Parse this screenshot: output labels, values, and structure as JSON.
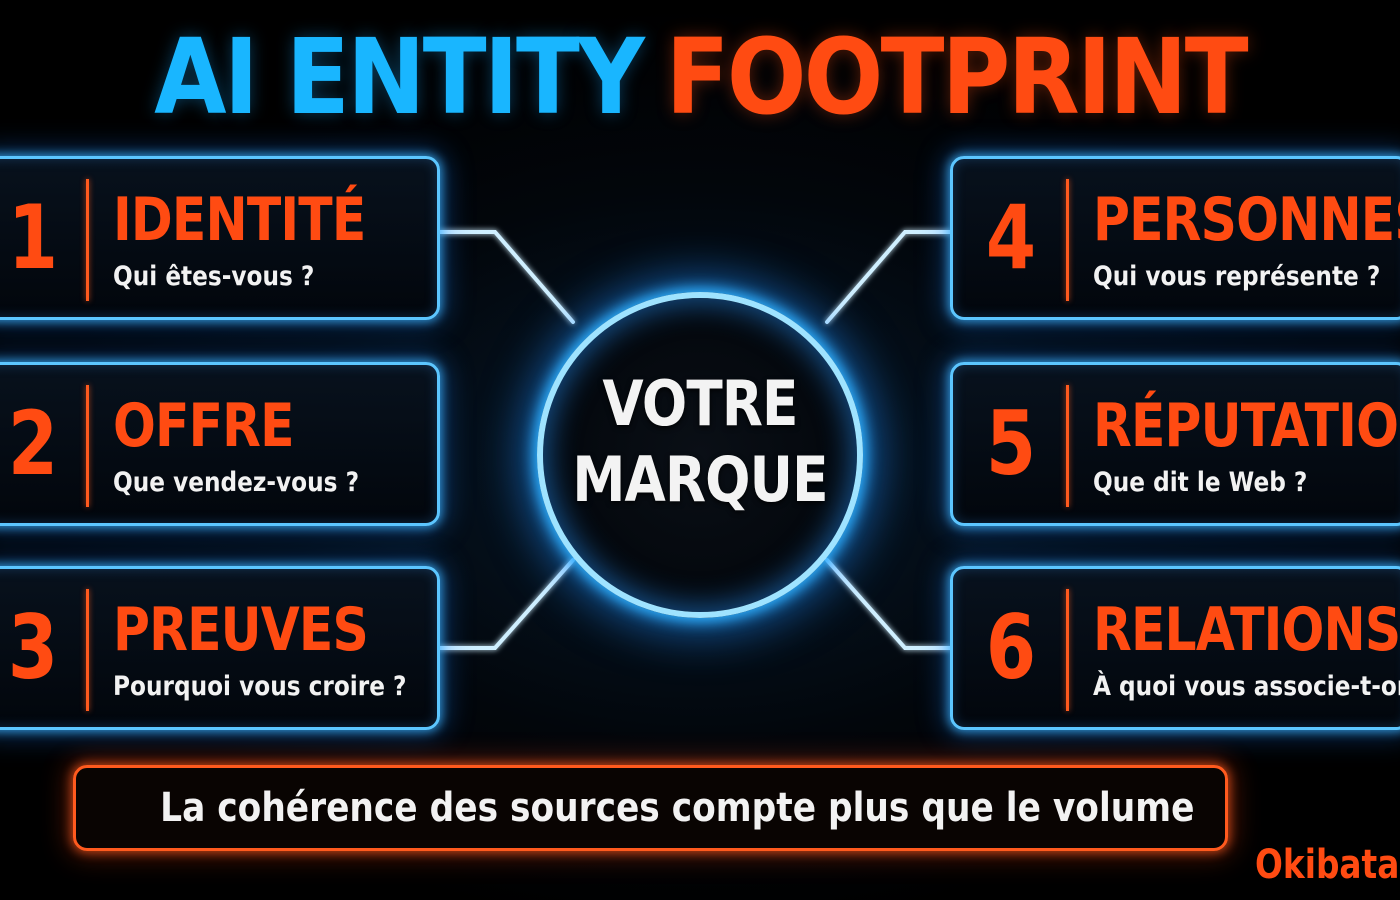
{
  "title": {
    "part1": "AI ENTITY",
    "part2": "FOOTPRINT"
  },
  "center": {
    "line1": "VOTRE",
    "line2": "MARQUE"
  },
  "pillars": [
    {
      "number": "1",
      "title": "IDENTITÉ",
      "question": "Qui êtes-vous ?"
    },
    {
      "number": "2",
      "title": "OFFRE",
      "question": "Que vendez-vous ?"
    },
    {
      "number": "3",
      "title": "PREUVES",
      "question": "Pourquoi vous croire ?"
    },
    {
      "number": "4",
      "title": "PERSONNES",
      "question": "Qui vous représente ?"
    },
    {
      "number": "5",
      "title": "RÉPUTATION",
      "question": "Que dit le Web ?"
    },
    {
      "number": "6",
      "title": "RELATIONS",
      "question": "À quoi vous associe-t-on ?"
    }
  ],
  "footer": {
    "text": "La cohérence des sources compte plus que le volume"
  },
  "brand": {
    "name": "Okibata."
  },
  "colors": {
    "blue": "#19b6ff",
    "orange": "#ff4b12",
    "glow": "#5cc6ff"
  }
}
